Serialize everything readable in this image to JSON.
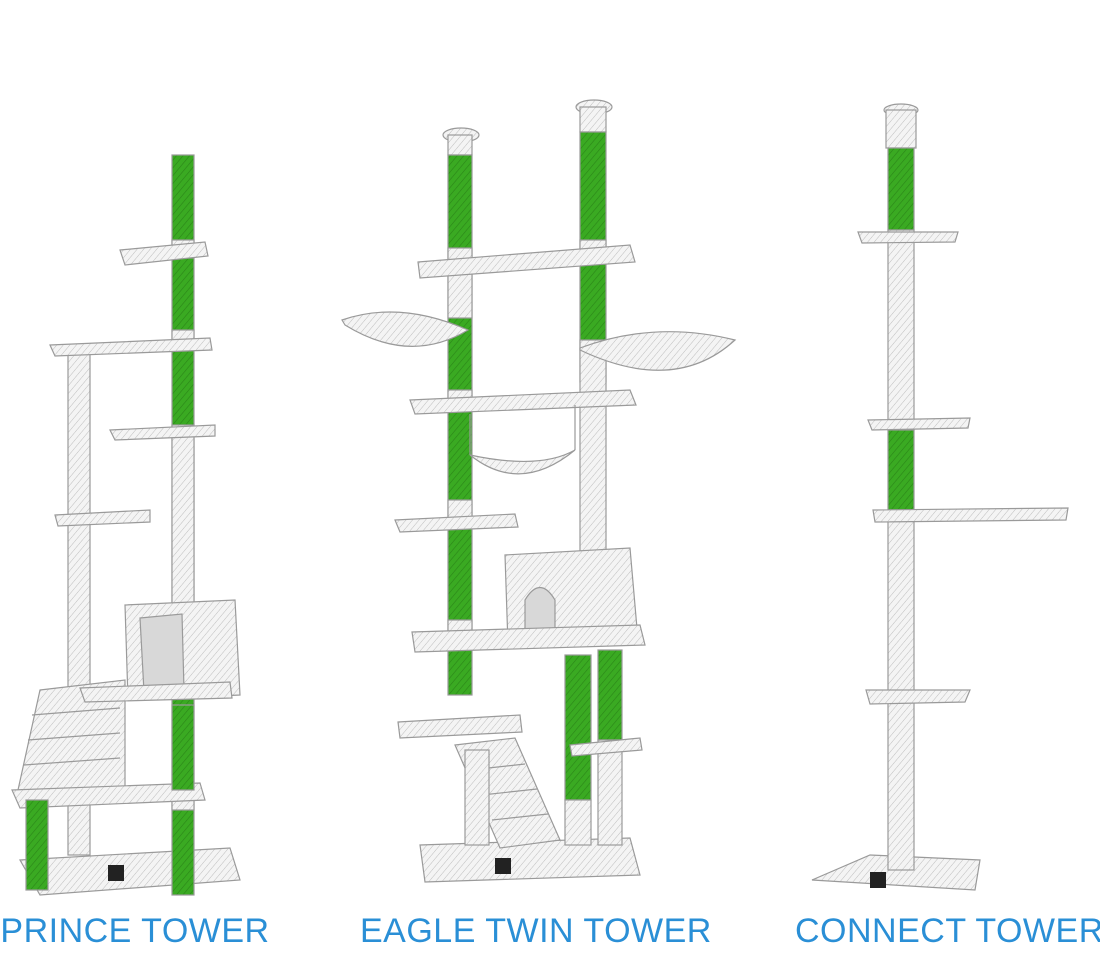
{
  "products": [
    {
      "name": "PRINCE TOWER"
    },
    {
      "name": "EAGLE TWIN TOWER"
    },
    {
      "name": "CONNECT TOWER"
    }
  ],
  "colors": {
    "caption": "#2a8fd6",
    "sisal_green": "#38a820",
    "plush_white": "#f2f2f2",
    "outline_grey": "#9a9a9a"
  }
}
